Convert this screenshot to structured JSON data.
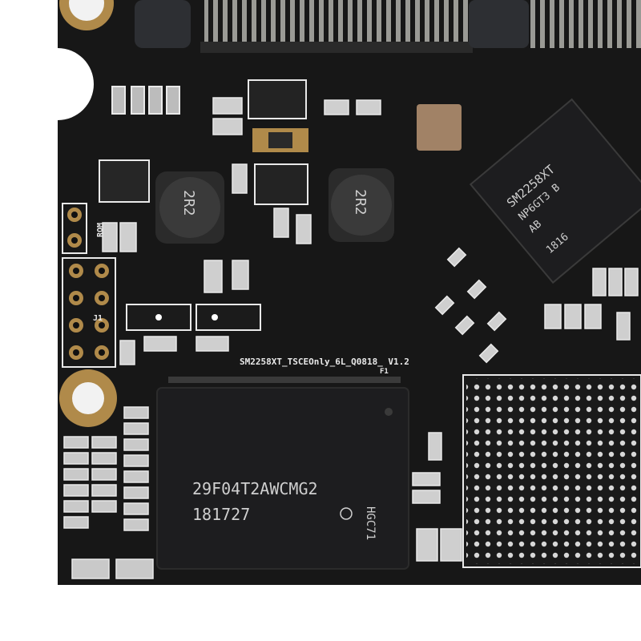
{
  "board": {
    "silkscreen_title": "SM2258XT_TSCEOnly_6L_Q0818_ V1.2",
    "label_rom": "ROM",
    "label_j1": "J1",
    "label_f1": "F1"
  },
  "flash_chip": {
    "part_number": "29F04T2AWCMG2",
    "date_code": "181727",
    "side_code": "HGC71"
  },
  "controller_chip": {
    "line1": "SM2258XT",
    "line2": "NP6GT3 B",
    "line3": "AB",
    "line4": "1816"
  },
  "inductors": {
    "left_marking": "2R2",
    "right_marking": "2R2"
  },
  "colors": {
    "pcb": "#171717",
    "silkscreen": "#e9e9e9",
    "gold_pad": "#b08a4a",
    "chip_body": "#1d1d1f"
  }
}
